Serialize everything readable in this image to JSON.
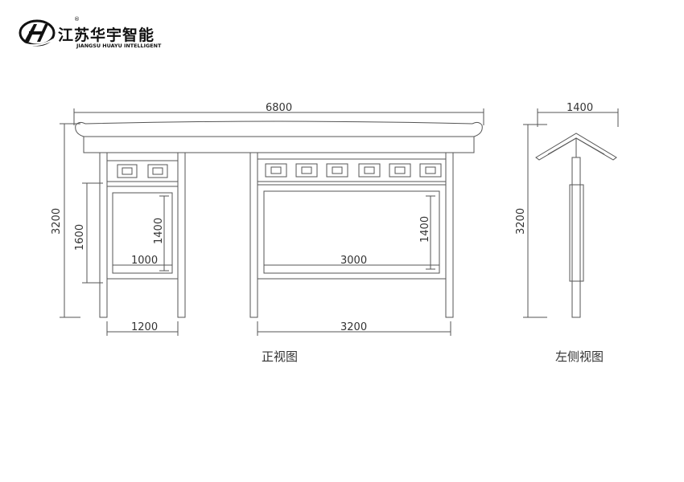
{
  "brand": {
    "name_cn": "江苏华宇智能",
    "name_en": "JIANGSU HUAYU INTELLIGENT",
    "registered_mark": "®"
  },
  "front_view": {
    "caption": "正视图",
    "dims": {
      "total_width": "6800",
      "total_height": "3200",
      "left_pillar_height": "1600",
      "left_panel_height": "1400",
      "left_panel_width": "1000",
      "left_bay_width": "1200",
      "right_panel_height": "1400",
      "right_panel_width": "3000",
      "right_bay_width": "3200"
    }
  },
  "side_view": {
    "caption": "左侧视图",
    "dims": {
      "roof_width": "1400",
      "total_height": "3200"
    }
  },
  "colors": {
    "line": "#555555",
    "text": "#333333"
  }
}
